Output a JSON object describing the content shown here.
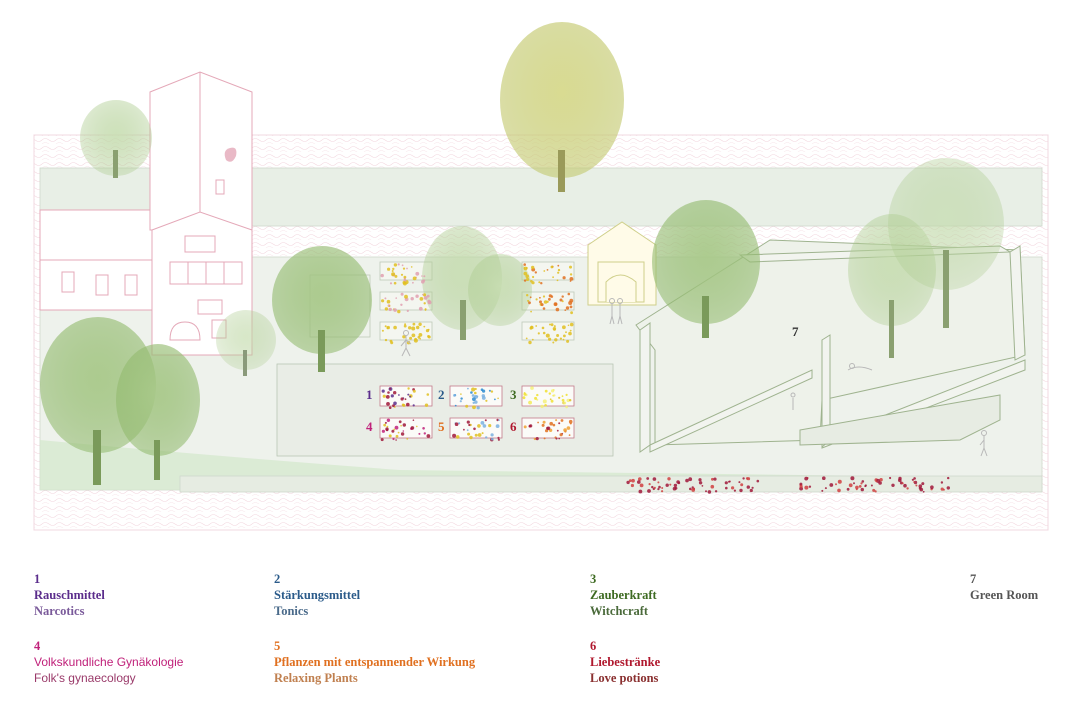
{
  "colors": {
    "c1": "#5b2d8c",
    "c2": "#2b5b8a",
    "c3": "#3e6b22",
    "c4": "#c0217a",
    "c5": "#e07020",
    "c6": "#b0182e",
    "c7": "#555555",
    "c1_sub": "#7a5a9a",
    "c2_sub": "#4a6a8a",
    "c3_sub": "#4a6a3a",
    "c4_sub": "#9a3a6a",
    "c5_sub": "#c08050",
    "c6_sub": "#8a3030",
    "tree_green": "#8fb86a",
    "tree_yellow": "#c9cf7a",
    "wall_pink": "#e4a8b8"
  },
  "plan": {
    "bed_labels": [
      "1",
      "2",
      "3",
      "4",
      "5",
      "6"
    ],
    "green_room_label": "7"
  },
  "legend": [
    {
      "num": "1",
      "de": "Rauschmittel",
      "en": "Narcotics"
    },
    {
      "num": "2",
      "de": "Stärkungsmittel",
      "en": "Tonics"
    },
    {
      "num": "3",
      "de": "Zauberkraft",
      "en": "Witchcraft"
    },
    {
      "num": "7",
      "de": "Green Room",
      "en": ""
    },
    {
      "num": "4",
      "de": "Volkskundliche Gynäkologie",
      "en": "Folk's gynaecology"
    },
    {
      "num": "5",
      "de": "Pflanzen mit entspannender Wirkung",
      "en": "Relaxing Plants"
    },
    {
      "num": "6",
      "de": "Liebestränke",
      "en": "Love potions"
    }
  ]
}
